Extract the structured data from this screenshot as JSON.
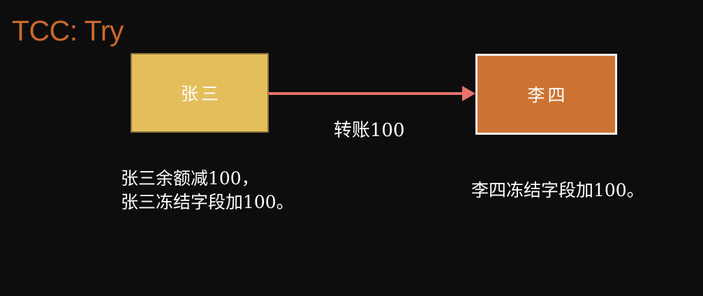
{
  "slide": {
    "title": "TCC: Try",
    "colors": {
      "background": "#0D0D0D",
      "title": "#C9692B",
      "left_box_fill": "#E5BE5C",
      "left_box_border": "#8E7A3C",
      "right_box_fill": "#CC7333",
      "right_box_border": "#F7F4F0",
      "arrow": "#E8736B",
      "text": "#FFFFFF"
    }
  },
  "diagram": {
    "left_box": {
      "label": "张三"
    },
    "right_box": {
      "label": "李四"
    },
    "arrow": {
      "label": "转账100",
      "direction": "left-to-right"
    },
    "notes": {
      "left_line1": "张三余额减100，",
      "left_line2": "张三冻结字段加100。",
      "right_line1": "李四冻结字段加100。"
    }
  }
}
